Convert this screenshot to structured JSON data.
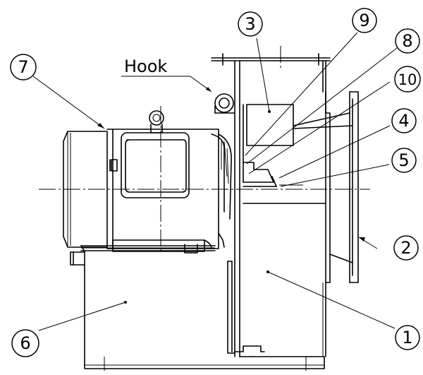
{
  "callouts": [
    {
      "id": "1",
      "label": "1"
    },
    {
      "id": "2",
      "label": "2"
    },
    {
      "id": "3",
      "label": "3"
    },
    {
      "id": "4",
      "label": "4"
    },
    {
      "id": "5",
      "label": "5"
    },
    {
      "id": "6",
      "label": "6"
    },
    {
      "id": "7",
      "label": "7"
    },
    {
      "id": "8",
      "label": "8"
    },
    {
      "id": "9",
      "label": "9"
    },
    {
      "id": "10",
      "label": "10"
    }
  ],
  "hook_label": "Hook"
}
